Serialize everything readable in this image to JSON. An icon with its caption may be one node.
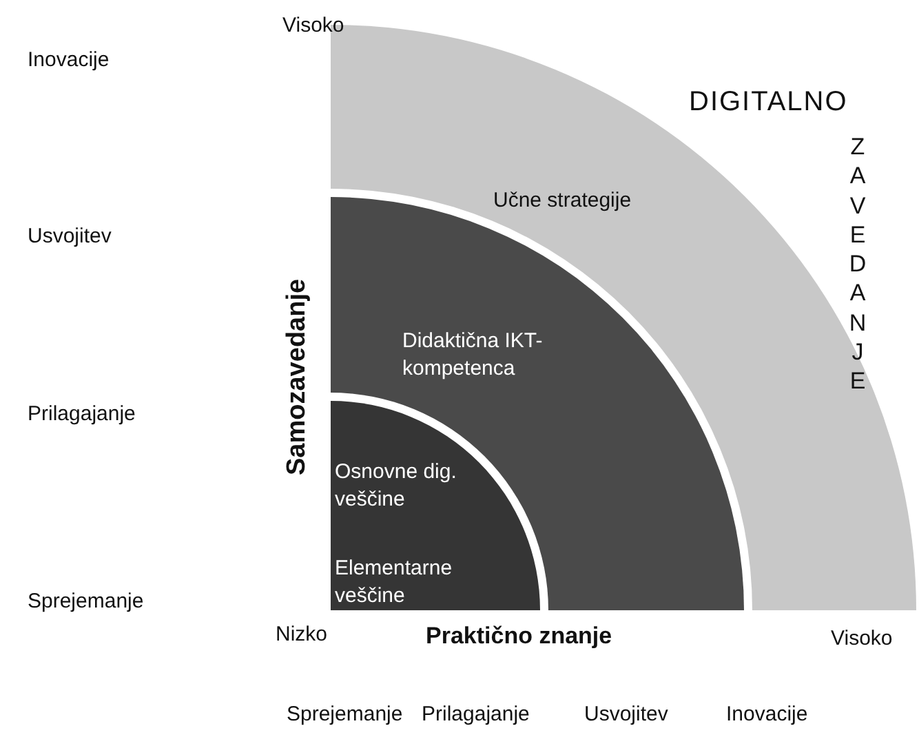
{
  "diagram": {
    "nodes": [
      {
        "text": [
          "Učne strategije"
        ]
      },
      {
        "text": [
          "Didaktična IKT-kompetenca"
        ],
        "in": 0
      },
      {
        "text": [
          "Osnovne dig. veščine",
          "Elementarne veščine"
        ],
        "in": 1
      }
    ],
    "labels": [
      "Visoko",
      "Inovacije",
      "DIGITALNO",
      "ZAVEDANJE",
      "Usvojitev",
      "Samozavedanje",
      "Prilagajanje",
      "Sprejemanje",
      "Nizko",
      "Praktično znanje",
      "Visoko",
      "Sprejemanje",
      "Prilagajanje",
      "Usvojitev",
      "Inovacije"
    ]
  }
}
